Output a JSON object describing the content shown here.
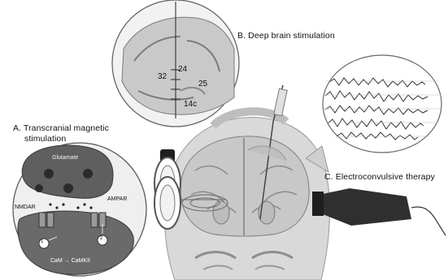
{
  "panels": {
    "tms": {
      "title_line1": "A. Transcranial magnetic",
      "title_line2": "stimulation",
      "glutamate": "Glutamate",
      "nmdar": "NMDAR",
      "ampar": "AMPAR",
      "cam": "CaM → CaMKII",
      "marker_1": "1",
      "marker_2": "2"
    },
    "dbs": {
      "title": "B. Deep brain stimulation",
      "area_32": "32",
      "area_24": "24",
      "area_25": "25",
      "area_14c": "14c"
    },
    "ect": {
      "title": "C. Electroconvulsive therapy"
    }
  },
  "colors": {
    "brain_gray": "#cfcfcf",
    "dark_gray": "#3a3a3a",
    "mid_gray": "#8a8a8a",
    "light_gray": "#e6e6e6"
  }
}
